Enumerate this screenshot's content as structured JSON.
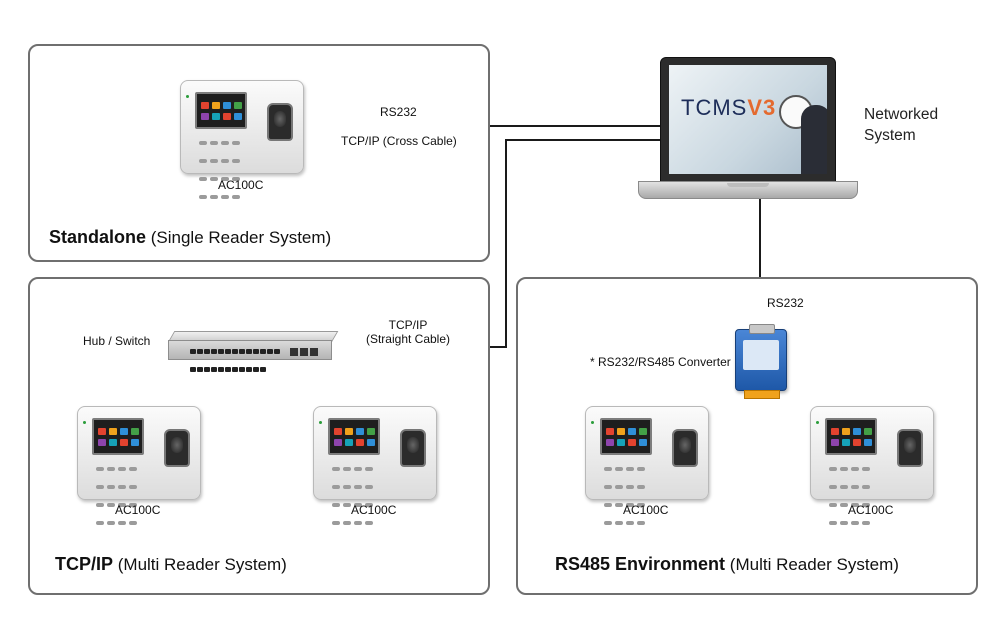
{
  "panels": {
    "standalone": {
      "title_bold": "Standalone",
      "title_rest": "(Single Reader System)"
    },
    "tcpip": {
      "title_bold": "TCP/IP",
      "title_rest": "(Multi Reader System)"
    },
    "rs485": {
      "title_bold": "RS485 Environment",
      "title_rest": "(Multi Reader System)"
    }
  },
  "devices": {
    "standalone_label": "AC100C",
    "tcp_left_label": "AC100C",
    "tcp_right_label": "AC100C",
    "rs485_left_label": "AC100C",
    "rs485_right_label": "AC100C",
    "screen_colors": [
      "#e2432f",
      "#f0a21c",
      "#2f8fd8",
      "#43a047",
      "#8e44ad",
      "#16a2b8",
      "#e2432f",
      "#2f8fd8",
      "#f0a21c",
      "#43a047",
      "#d81b60",
      "#1e88e5"
    ]
  },
  "links": {
    "standalone_line1": "RS232",
    "standalone_line2": "TCP/IP (Cross Cable)",
    "tcp_line1": "TCP/IP",
    "tcp_line2": "(Straight Cable)",
    "rs232_vertical": "RS232"
  },
  "hub_label": "Hub / Switch",
  "converter_label": "* RS232/RS485 Converter",
  "networked": {
    "line1": "Networked",
    "line2": "System"
  },
  "laptop_screen": {
    "logo_text": "TCMS",
    "logo_version": "V3"
  },
  "colors": {
    "panel_border": "#6f6f6f",
    "cable": "#1a1a1a"
  }
}
